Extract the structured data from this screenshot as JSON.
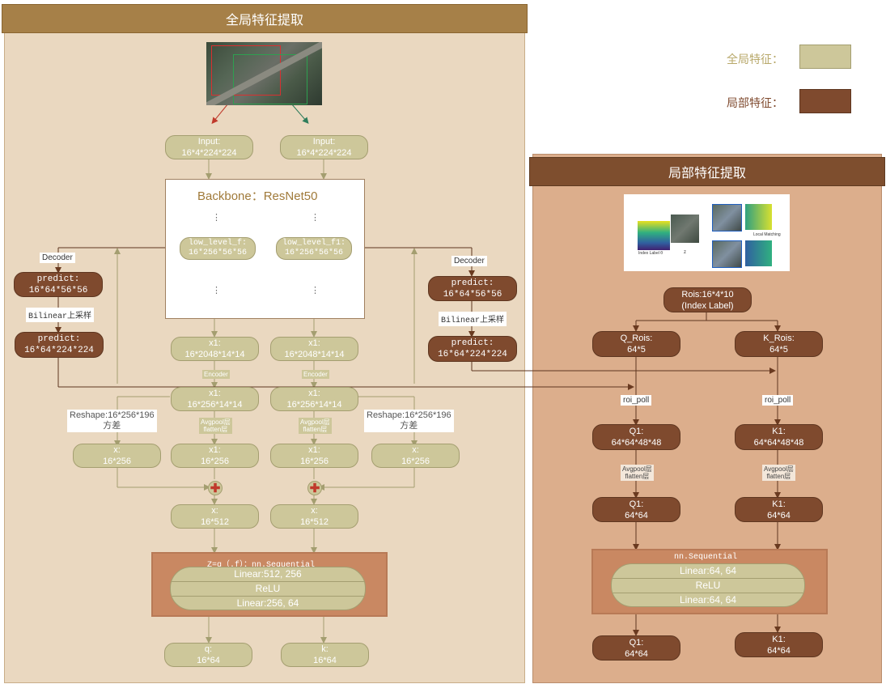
{
  "global": {
    "title": "全局特征提取",
    "input_left": [
      "Input:",
      "16*4*224*224"
    ],
    "input_right": [
      "Input:",
      "16*4*224*224"
    ],
    "backbone": "Backbone：ResNet50",
    "dots": "⋮",
    "lowlevel_left": [
      "low_level_f:",
      "16*256*56*56"
    ],
    "lowlevel_right": [
      "low_level_f1:",
      "16*256*56*56"
    ],
    "decoder_left": "Decoder",
    "decoder_right": "Decoder",
    "predict1_left": [
      "predict:",
      "16*64*56*56"
    ],
    "predict1_right": [
      "predict:",
      "16*64*56*56"
    ],
    "bilinear_left": "Bilinear上采样",
    "bilinear_right": "Bilinear上采样",
    "predict2_left": [
      "predict:",
      "16*64*224*224"
    ],
    "predict2_right": [
      "predict:",
      "16*64*224*224"
    ],
    "x1a_left": [
      "x1:",
      "16*2048*14*14"
    ],
    "x1a_right": [
      "x1:",
      "16*2048*14*14"
    ],
    "encoder_left": "Encoder",
    "encoder_right": "Encoder",
    "x1b_left": [
      "x1:",
      "16*256*14*14"
    ],
    "x1b_right": [
      "x1:",
      "16*256*14*14"
    ],
    "reshape_left": [
      "Reshape:16*256*196",
      "方差"
    ],
    "reshape_right": [
      "Reshape:16*256*196",
      "方差"
    ],
    "avgpool_left": [
      "Avgpool层",
      "flatten层"
    ],
    "avgpool_right": [
      "Avgpool层",
      "flatten层"
    ],
    "x_left": [
      "x:",
      "16*256"
    ],
    "x_right": [
      "x:",
      "16*256"
    ],
    "x1c_left": [
      "x1:",
      "16*256"
    ],
    "x1c_right": [
      "x1:",
      "16*256"
    ],
    "plus": "✚",
    "x512_left": [
      "x:",
      "16*512"
    ],
    "x512_right": [
      "x:",
      "16*512"
    ],
    "seq_title": "Z=g（.f）：nn.Sequential",
    "seq_layers": [
      "Linear:512, 256",
      "ReLU",
      "Linear:256, 64"
    ],
    "q_out": [
      "q:",
      "16*64"
    ],
    "k_out": [
      "k:",
      "16*64"
    ]
  },
  "legend": {
    "global_label": "全局特征：",
    "local_label": "局部特征：",
    "global_color": "#cdc79a",
    "local_color": "#7f4a2e"
  },
  "local": {
    "title": "局部特征提取",
    "img_caption_left": "Index Label θ",
    "img_caption_mid": "z",
    "img_caption_right": "Local Matching",
    "rois": [
      "Rois:16*4*10",
      "(Index Label)"
    ],
    "q_rois": [
      "Q_Rois:",
      "64*5"
    ],
    "k_rois": [
      "K_Rois:",
      "64*5"
    ],
    "roi_pool_left": "roi_poll",
    "roi_pool_right": "roi_poll",
    "q1a": [
      "Q1:",
      "64*64*48*48"
    ],
    "k1a": [
      "K1:",
      "64*64*48*48"
    ],
    "avgpool_left": [
      "Avgpool层",
      "flatten层"
    ],
    "avgpool_right": [
      "Avgpool层",
      "flatten层"
    ],
    "q1b": [
      "Q1:",
      "64*64"
    ],
    "k1b": [
      "K1:",
      "64*64"
    ],
    "seq_title": "nn.Sequential",
    "seq_layers": [
      "Linear:64, 64",
      "ReLU",
      "Linear:64, 64"
    ],
    "q1c": [
      "Q1:",
      "64*64"
    ],
    "k1c": [
      "K1:",
      "64*64"
    ]
  }
}
